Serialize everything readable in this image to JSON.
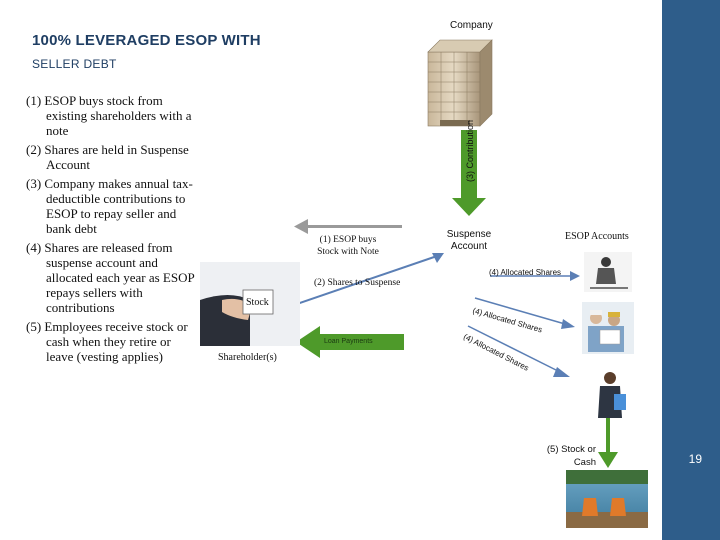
{
  "title": {
    "main": "100% LEVERAGED ESOP WITH",
    "sub": "SELLER DEBT"
  },
  "steps": [
    "(1) ESOP buys stock from existing shareholders with a note",
    "(2) Shares are held in Suspense Account",
    "(3) Company makes annual tax-deductible contributions to ESOP to repay seller and bank debt",
    "(4) Shares are released from suspense account and allocated each year as ESOP repays sellers with contributions",
    "(5) Employees receive stock or cash when they retire or leave (vesting applies)"
  ],
  "diagram": {
    "company_label": "Company",
    "contribution_label": "(3) Contribution",
    "suspense_label_1": "Suspense",
    "suspense_label_2": "Account",
    "esop_accounts_label": "ESOP Accounts",
    "buys_label_1": "(1) ESOP buys",
    "buys_label_2": "Stock with Note",
    "shares_suspense_label": "(2) Shares to Suspense",
    "loan_payments_label": "Loan Payments",
    "stock_card_label": "Stock",
    "shareholder_label": "Shareholder(s)",
    "allocated_1": "(4) Allocated Shares",
    "allocated_2": "(4) Allocated Shares",
    "allocated_3": "(4) Allocated Shares",
    "stock_or_cash_1": "(5) Stock or",
    "stock_or_cash_2": "Cash"
  },
  "colors": {
    "sidebar": "#2e5d8a",
    "green_arrow": "#4e9a2a",
    "gray_arrow": "#9a9a9a",
    "blue_arrow": "#5b7fb5",
    "title": "#1f3e63"
  },
  "page_number": "19"
}
